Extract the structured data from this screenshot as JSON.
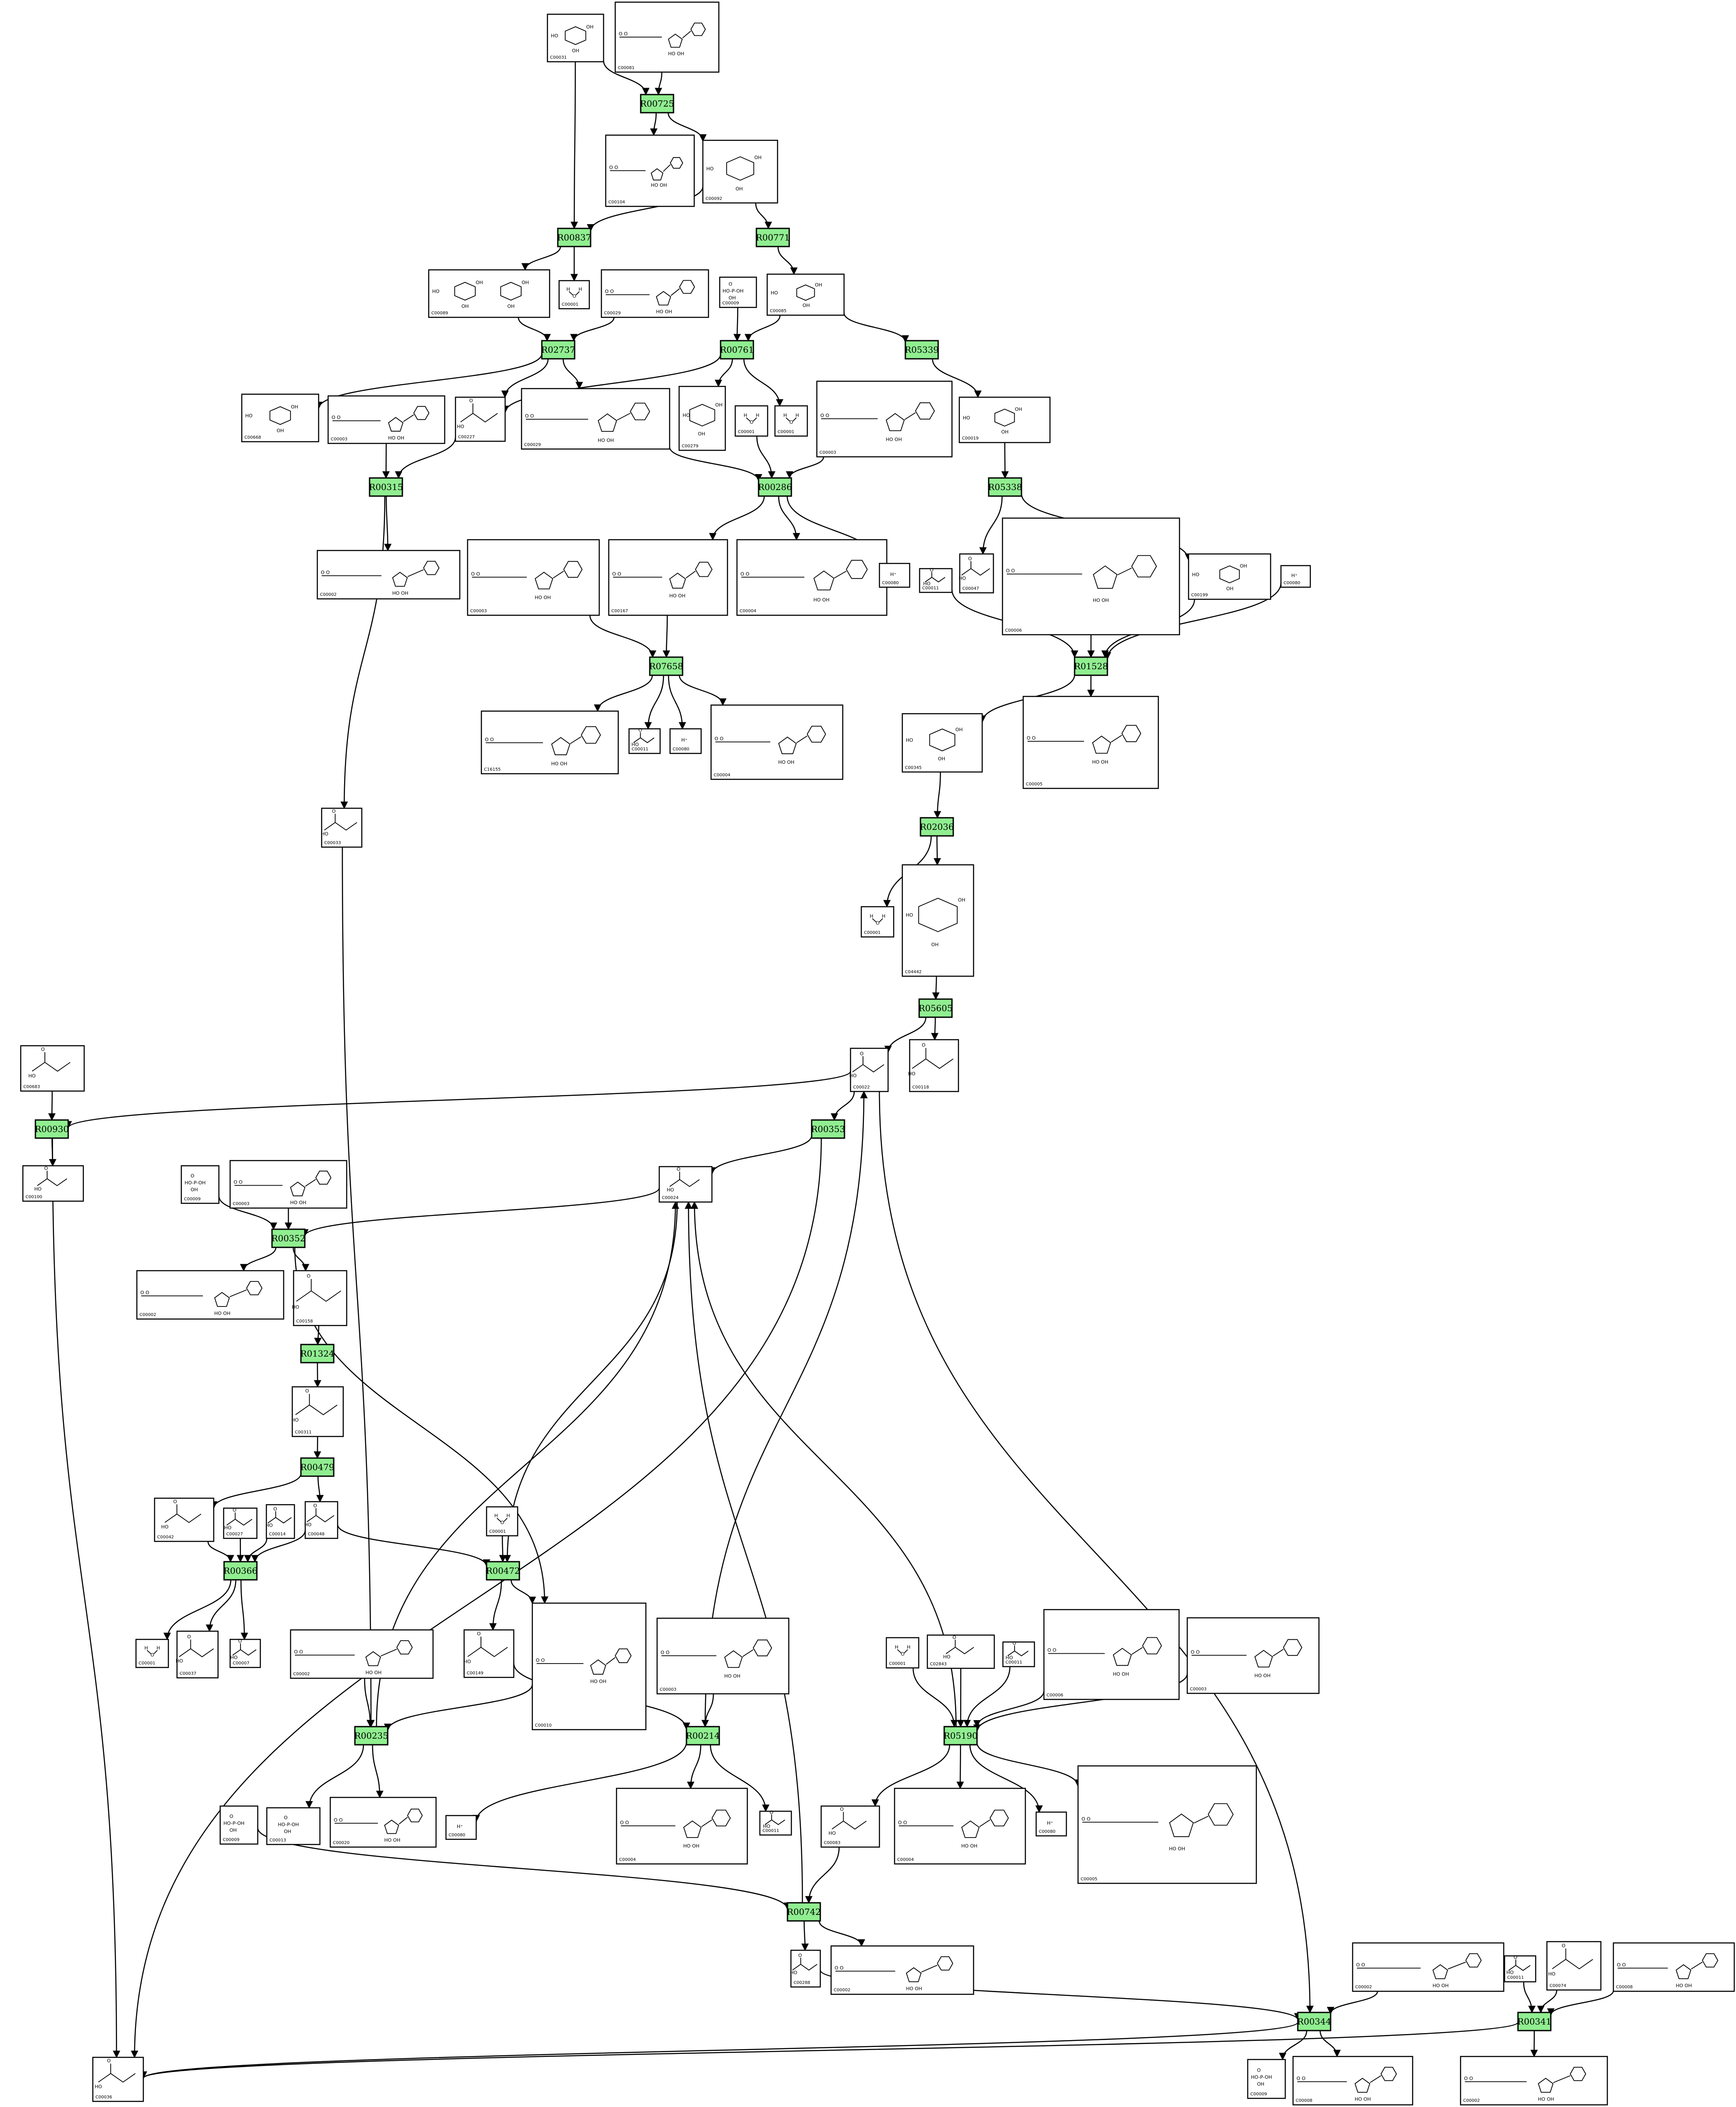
{
  "reactions": [
    {
      "id": "R00725",
      "label": "R00725"
    },
    {
      "id": "R00837",
      "label": "R00837"
    },
    {
      "id": "R00771",
      "label": "R00771"
    },
    {
      "id": "R02737",
      "label": "R02737"
    },
    {
      "id": "R00761",
      "label": "R00761"
    },
    {
      "id": "R05339",
      "label": "R05339"
    },
    {
      "id": "R00315",
      "label": "R00315"
    },
    {
      "id": "R00286",
      "label": "R00286"
    },
    {
      "id": "R05338",
      "label": "R05338"
    },
    {
      "id": "R07658",
      "label": "R07658"
    },
    {
      "id": "R01528",
      "label": "R01528"
    },
    {
      "id": "R02036",
      "label": "R02036"
    },
    {
      "id": "R05605",
      "label": "R05605"
    },
    {
      "id": "R00930",
      "label": "R00930"
    },
    {
      "id": "R00353",
      "label": "R00353"
    },
    {
      "id": "R00352",
      "label": "R00352"
    },
    {
      "id": "R01324",
      "label": "R01324"
    },
    {
      "id": "R00479",
      "label": "R00479"
    },
    {
      "id": "R00366",
      "label": "R00366"
    },
    {
      "id": "R00472",
      "label": "R00472"
    },
    {
      "id": "R00235",
      "label": "R00235"
    },
    {
      "id": "R00214",
      "label": "R00214"
    },
    {
      "id": "R05190",
      "label": "R05190"
    },
    {
      "id": "R00742",
      "label": "R00742"
    },
    {
      "id": "R00344",
      "label": "R00344"
    },
    {
      "id": "R00341",
      "label": "R00341"
    }
  ],
  "compounds": [
    {
      "id": "c_C00031_top",
      "label": "C00031",
      "kind": "sugar"
    },
    {
      "id": "c_C00081",
      "label": "C00081",
      "kind": "nucleotide"
    },
    {
      "id": "c_C00104",
      "label": "C00104",
      "kind": "nucleotide"
    },
    {
      "id": "c_C00092",
      "label": "C00092",
      "kind": "sugar"
    },
    {
      "id": "c_C00089",
      "label": "C00089",
      "kind": "disaccharide"
    },
    {
      "id": "c_C00001_a",
      "label": "C00001",
      "kind": "water"
    },
    {
      "id": "c_C00029",
      "label": "C00029",
      "kind": "nucleotide"
    },
    {
      "id": "c_C00009_a",
      "label": "C00009",
      "kind": "phosphate"
    },
    {
      "id": "c_C00085",
      "label": "C00085",
      "kind": "sugar"
    },
    {
      "id": "c_C00668",
      "label": "C00668",
      "kind": "sugar"
    },
    {
      "id": "c_C00003_a",
      "label": "C00003",
      "kind": "nucleotide"
    },
    {
      "id": "c_C00227",
      "label": "C00227",
      "kind": "small"
    },
    {
      "id": "c_C00029_b",
      "label": "C00029",
      "kind": "nucleotide"
    },
    {
      "id": "c_C00279",
      "label": "C00279",
      "kind": "sugar"
    },
    {
      "id": "c_C00001_b",
      "label": "C00001",
      "kind": "water"
    },
    {
      "id": "c_C00001_c",
      "label": "C00001",
      "kind": "water"
    },
    {
      "id": "c_C00003_b",
      "label": "C00003",
      "kind": "nucleotide"
    },
    {
      "id": "c_C00019",
      "label": "C00019",
      "kind": "sugar"
    },
    {
      "id": "c_C00002_a",
      "label": "C00002",
      "kind": "nucleotide"
    },
    {
      "id": "c_C00003_c",
      "label": "C00003",
      "kind": "nucleotide"
    },
    {
      "id": "c_C00167",
      "label": "C00167",
      "kind": "nucleotide"
    },
    {
      "id": "c_C00004_a",
      "label": "C00004",
      "kind": "nucleotide"
    },
    {
      "id": "c_C00080_a",
      "label": "C00080",
      "kind": "ion",
      "text": "H⁺"
    },
    {
      "id": "c_C00011_a",
      "label": "C00011",
      "kind": "small"
    },
    {
      "id": "c_C00047",
      "label": "C00047",
      "kind": "small"
    },
    {
      "id": "c_C00006_a",
      "label": "C00006",
      "kind": "nucleotide"
    },
    {
      "id": "c_C00199",
      "label": "C00199",
      "kind": "sugar"
    },
    {
      "id": "c_C00080_b",
      "label": "C00080",
      "kind": "ion",
      "text": "H⁺"
    },
    {
      "id": "c_C16155",
      "label": "C16155",
      "kind": "nucleotide"
    },
    {
      "id": "c_C00011_b",
      "label": "C00011",
      "kind": "small"
    },
    {
      "id": "c_C00080_c",
      "label": "C00080",
      "kind": "ion",
      "text": "H⁺"
    },
    {
      "id": "c_C00004_b",
      "label": "C00004",
      "kind": "nucleotide"
    },
    {
      "id": "c_C00345",
      "label": "C00345",
      "kind": "sugar"
    },
    {
      "id": "c_C00005",
      "label": "C00005",
      "kind": "nucleotide"
    },
    {
      "id": "c_C00033",
      "label": "C00033",
      "kind": "small"
    },
    {
      "id": "c_C00001_d",
      "label": "C00001",
      "kind": "water"
    },
    {
      "id": "c_C04442",
      "label": "C04442",
      "kind": "sugar"
    },
    {
      "id": "c_C00022",
      "label": "C00022",
      "kind": "small"
    },
    {
      "id": "c_C00118",
      "label": "C00118",
      "kind": "small"
    },
    {
      "id": "c_C00683",
      "label": "C00683",
      "kind": "small"
    },
    {
      "id": "c_C00100",
      "label": "C00100",
      "kind": "small"
    },
    {
      "id": "c_C00009_b",
      "label": "C00009",
      "kind": "phosphate"
    },
    {
      "id": "c_C00003_d",
      "label": "C00003",
      "kind": "nucleotide"
    },
    {
      "id": "c_C00024",
      "label": "C00024",
      "kind": "small"
    },
    {
      "id": "c_C00002_b",
      "label": "C00002",
      "kind": "nucleotide"
    },
    {
      "id": "c_C00158",
      "label": "C00158",
      "kind": "small"
    },
    {
      "id": "c_C00311",
      "label": "C00311",
      "kind": "small"
    },
    {
      "id": "c_C00042",
      "label": "C00042",
      "kind": "small"
    },
    {
      "id": "c_C00027",
      "label": "C00027",
      "kind": "small"
    },
    {
      "id": "c_C00014",
      "label": "C00014",
      "kind": "small"
    },
    {
      "id": "c_C00048",
      "label": "C00048",
      "kind": "small"
    },
    {
      "id": "c_C00001_e",
      "label": "C00001",
      "kind": "water"
    },
    {
      "id": "c_C00001_f",
      "label": "C00001",
      "kind": "water"
    },
    {
      "id": "c_C00037",
      "label": "C00037",
      "kind": "small"
    },
    {
      "id": "c_C00007",
      "label": "C00007",
      "kind": "small"
    },
    {
      "id": "c_C00002_c",
      "label": "C00002",
      "kind": "nucleotide"
    },
    {
      "id": "c_C00149",
      "label": "C00149",
      "kind": "small"
    },
    {
      "id": "c_C00010",
      "label": "C00010",
      "kind": "nucleotide"
    },
    {
      "id": "c_C00003_e",
      "label": "C00003",
      "kind": "nucleotide"
    },
    {
      "id": "c_C00001_g",
      "label": "C00001",
      "kind": "water"
    },
    {
      "id": "c_C02843",
      "label": "C02843",
      "kind": "small"
    },
    {
      "id": "c_C00011_c",
      "label": "C00011",
      "kind": "small"
    },
    {
      "id": "c_C00006_b",
      "label": "C00006",
      "kind": "nucleotide"
    },
    {
      "id": "c_C00003_f",
      "label": "C00003",
      "kind": "nucleotide"
    },
    {
      "id": "c_C00009_c",
      "label": "C00009",
      "kind": "phosphate"
    },
    {
      "id": "c_C00013",
      "label": "C00013",
      "kind": "phosphate"
    },
    {
      "id": "c_C00020",
      "label": "C00020",
      "kind": "nucleotide"
    },
    {
      "id": "c_C00080_d",
      "label": "C00080",
      "kind": "ion",
      "text": "H⁺"
    },
    {
      "id": "c_C00003_g",
      "label": "C00003",
      "kind": "nucleotide"
    },
    {
      "id": "c_C00004_c",
      "label": "C00004",
      "kind": "nucleotide"
    },
    {
      "id": "c_C00011_d",
      "label": "C00011",
      "kind": "small"
    },
    {
      "id": "c_C00083",
      "label": "C00083",
      "kind": "small"
    },
    {
      "id": "c_C00004_d",
      "label": "C00004",
      "kind": "nucleotide"
    },
    {
      "id": "c_C00080_e",
      "label": "C00080",
      "kind": "ion",
      "text": "H⁺"
    },
    {
      "id": "c_C00005_b",
      "label": "C00005",
      "kind": "nucleotide"
    },
    {
      "id": "c_C00009_d",
      "label": "C00009",
      "kind": "phosphate"
    },
    {
      "id": "c_C00288",
      "label": "C00288",
      "kind": "small"
    },
    {
      "id": "c_C00002_d",
      "label": "C00002",
      "kind": "nucleotide"
    },
    {
      "id": "c_C00002_e",
      "label": "C00002",
      "kind": "nucleotide"
    },
    {
      "id": "c_C00011_e",
      "label": "C00011",
      "kind": "small"
    },
    {
      "id": "c_C00074",
      "label": "C00074",
      "kind": "small"
    },
    {
      "id": "c_C00008",
      "label": "C00008",
      "kind": "nucleotide"
    },
    {
      "id": "c_C00036",
      "label": "C00036",
      "kind": "small"
    },
    {
      "id": "c_C00009_e",
      "label": "C00009",
      "kind": "phosphate"
    },
    {
      "id": "c_C00008_b",
      "label": "C00008",
      "kind": "nucleotide"
    },
    {
      "id": "c_C00002_f",
      "label": "C00002",
      "kind": "nucleotide"
    }
  ],
  "edges": [
    [
      "c_C00031_top",
      "R00725"
    ],
    [
      "c_C00081",
      "R00725"
    ],
    [
      "R00725",
      "c_C00104"
    ],
    [
      "R00725",
      "c_C00092"
    ],
    [
      "c_C00031_top",
      "R00837"
    ],
    [
      "c_C00092",
      "R00837"
    ],
    [
      "R00837",
      "c_C00089"
    ],
    [
      "R00837",
      "c_C00001_a"
    ],
    [
      "c_C00092",
      "R00771"
    ],
    [
      "R00771",
      "c_C00085"
    ],
    [
      "c_C00089",
      "R02737"
    ],
    [
      "c_C00029",
      "R02737"
    ],
    [
      "R02737",
      "c_C00668"
    ],
    [
      "R02737",
      "c_C00227"
    ],
    [
      "R02737",
      "c_C00029_b"
    ],
    [
      "c_C00009_a",
      "R00761"
    ],
    [
      "c_C00085",
      "R00761"
    ],
    [
      "R00761",
      "c_C00279"
    ],
    [
      "R00761",
      "c_C00001_c"
    ],
    [
      "R00761",
      "c_C00227"
    ],
    [
      "c_C00085",
      "R05339"
    ],
    [
      "R05339",
      "c_C00019"
    ],
    [
      "c_C00003_a",
      "R00315"
    ],
    [
      "c_C00227",
      "R00315"
    ],
    [
      "R00315",
      "c_C00002_a"
    ],
    [
      "R00315",
      "c_C00033"
    ],
    [
      "c_C00029_b",
      "R00286"
    ],
    [
      "c_C00001_b",
      "R00286"
    ],
    [
      "c_C00003_b",
      "R00286"
    ],
    [
      "R00286",
      "c_C00167"
    ],
    [
      "R00286",
      "c_C00004_a"
    ],
    [
      "R00286",
      "c_C00080_a"
    ],
    [
      "c_C00019",
      "R05338"
    ],
    [
      "R05338",
      "c_C00047"
    ],
    [
      "R05338",
      "c_C00199"
    ],
    [
      "c_C00003_c",
      "R07658"
    ],
    [
      "c_C00167",
      "R07658"
    ],
    [
      "R07658",
      "c_C16155"
    ],
    [
      "R07658",
      "c_C00011_b"
    ],
    [
      "R07658",
      "c_C00080_c"
    ],
    [
      "R07658",
      "c_C00004_b"
    ],
    [
      "c_C00011_a",
      "R01528"
    ],
    [
      "c_C00006_a",
      "R01528"
    ],
    [
      "c_C00199",
      "R01528"
    ],
    [
      "c_C00080_b",
      "R01528"
    ],
    [
      "R01528",
      "c_C00345"
    ],
    [
      "R01528",
      "c_C00005"
    ],
    [
      "c_C00345",
      "R02036"
    ],
    [
      "R02036",
      "c_C00001_d"
    ],
    [
      "R02036",
      "c_C04442"
    ],
    [
      "c_C04442",
      "R05605"
    ],
    [
      "R05605",
      "c_C00022"
    ],
    [
      "R05605",
      "c_C00118"
    ],
    [
      "c_C00683",
      "R00930"
    ],
    [
      "c_C00022",
      "R00930"
    ],
    [
      "R00930",
      "c_C00100"
    ],
    [
      "R00930",
      "c_C00036"
    ],
    [
      "c_C00022",
      "R00353"
    ],
    [
      "R00353",
      "c_C00024"
    ],
    [
      "R00353",
      "c_C00036"
    ],
    [
      "c_C00009_b",
      "R00352"
    ],
    [
      "c_C00003_d",
      "R00352"
    ],
    [
      "c_C00024",
      "R00352"
    ],
    [
      "R00352",
      "c_C00002_b"
    ],
    [
      "R00352",
      "c_C00158"
    ],
    [
      "R00352",
      "c_C00010"
    ],
    [
      "c_C00158",
      "R01324"
    ],
    [
      "R01324",
      "c_C00311"
    ],
    [
      "c_C00311",
      "R00479"
    ],
    [
      "R00479",
      "c_C00042"
    ],
    [
      "R00479",
      "c_C00048"
    ],
    [
      "c_C00042",
      "R00366"
    ],
    [
      "c_C00027",
      "R00366"
    ],
    [
      "c_C00014",
      "R00366"
    ],
    [
      "c_C00048",
      "R00366"
    ],
    [
      "R00366",
      "c_C00001_f"
    ],
    [
      "R00366",
      "c_C00037"
    ],
    [
      "R00366",
      "c_C00007"
    ],
    [
      "c_C00001_e",
      "R00472"
    ],
    [
      "c_C00048",
      "R00472"
    ],
    [
      "c_C00024",
      "R00472"
    ],
    [
      "R00472",
      "c_C00149"
    ],
    [
      "R00472",
      "c_C00010"
    ],
    [
      "c_C00002_c",
      "R00235"
    ],
    [
      "c_C00033",
      "R00235"
    ],
    [
      "c_C00010",
      "R00235"
    ],
    [
      "R00235",
      "c_C00013"
    ],
    [
      "R00235",
      "c_C00020"
    ],
    [
      "R00235",
      "c_C00024"
    ],
    [
      "c_C00149",
      "R00214"
    ],
    [
      "c_C00003_e",
      "R00214"
    ],
    [
      "R00214",
      "c_C00022"
    ],
    [
      "R00214",
      "c_C00080_d"
    ],
    [
      "R00214",
      "c_C00004_c"
    ],
    [
      "R00214",
      "c_C00011_d"
    ],
    [
      "c_C00001_g",
      "R05190"
    ],
    [
      "c_C02843",
      "R05190"
    ],
    [
      "c_C00011_c",
      "R05190"
    ],
    [
      "c_C00006_b",
      "R05190"
    ],
    [
      "c_C00003_f",
      "R05190"
    ],
    [
      "R05190",
      "c_C00083"
    ],
    [
      "R05190",
      "c_C00004_d"
    ],
    [
      "R05190",
      "c_C00080_e"
    ],
    [
      "R05190",
      "c_C00005_b"
    ],
    [
      "R05190",
      "c_C00024"
    ],
    [
      "c_C00009_c",
      "R00742"
    ],
    [
      "c_C00003_g",
      "R00742"
    ],
    [
      "c_C00083",
      "R00742"
    ],
    [
      "R00742",
      "c_C00288"
    ],
    [
      "R00742",
      "c_C00002_d"
    ],
    [
      "R00742",
      "c_C00024"
    ],
    [
      "c_C00002_e",
      "R00344"
    ],
    [
      "c_C00022",
      "R00344"
    ],
    [
      "c_C00288",
      "R00344"
    ],
    [
      "R00344",
      "c_C00009_e"
    ],
    [
      "R00344",
      "c_C00008_b"
    ],
    [
      "R00344",
      "c_C00036"
    ],
    [
      "c_C00011_e",
      "R00341"
    ],
    [
      "c_C00074",
      "R00341"
    ],
    [
      "c_C00008",
      "R00341"
    ],
    [
      "R00341",
      "c_C00036"
    ],
    [
      "R00341",
      "c_C00002_f"
    ]
  ]
}
